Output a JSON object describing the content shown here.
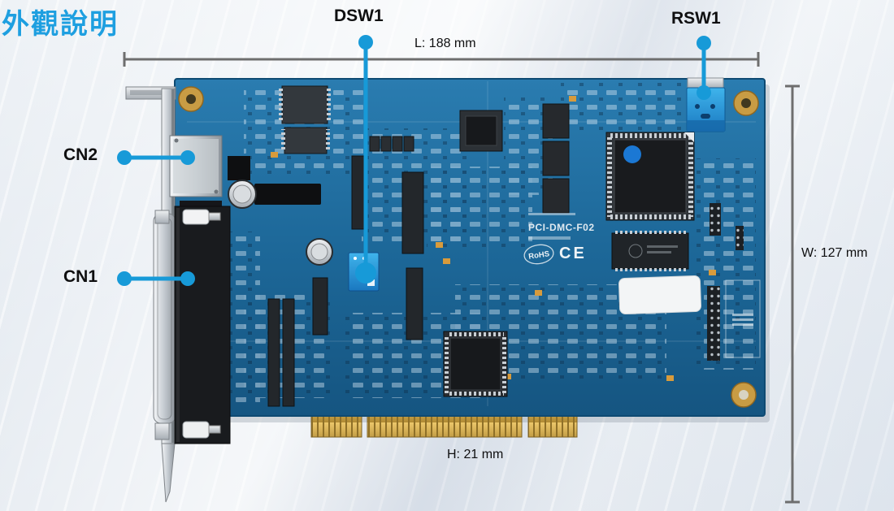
{
  "page": {
    "title": "外觀說明"
  },
  "callouts": {
    "dsw1": {
      "label": "DSW1"
    },
    "rsw1": {
      "label": "RSW1"
    },
    "cn2": {
      "label": "CN2"
    },
    "cn1": {
      "label": "CN1"
    }
  },
  "dimensions": {
    "length": {
      "label": "L: 188 mm"
    },
    "width": {
      "label": "W: 127 mm"
    },
    "height": {
      "label": "H: 21 mm"
    }
  },
  "board": {
    "model": "PCI-DMC-F02",
    "rohs_mark": "RoHS",
    "ce_mark": "CE"
  },
  "colors": {
    "title_cyan": "#1e9fe0",
    "callout_blue": "#179ad8",
    "pcb_blue": "#1d6899",
    "dimension_gray": "#6e6e6e",
    "edge_gold": "#c9a24a"
  }
}
